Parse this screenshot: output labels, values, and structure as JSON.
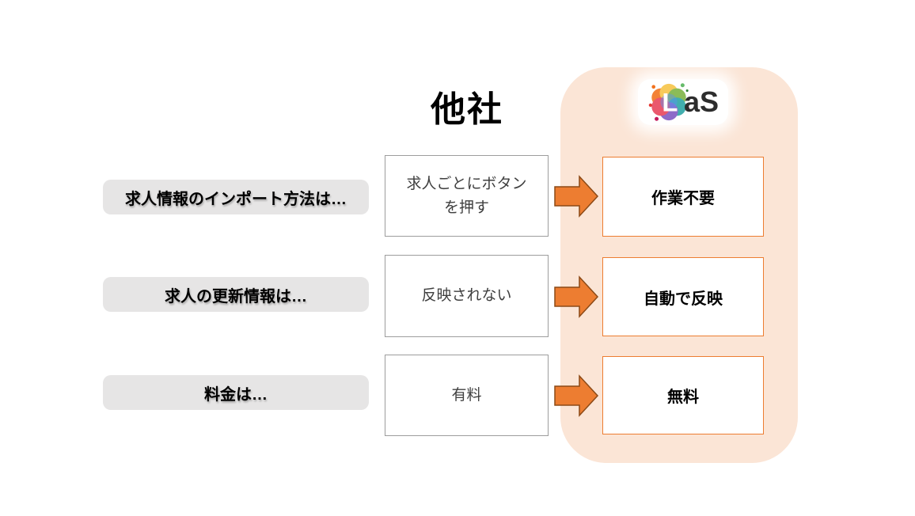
{
  "header": {
    "other_company_title": "他社"
  },
  "logo": {
    "mark_letter": "L",
    "text": "aS"
  },
  "rows": [
    {
      "label": "求人情報のインポート方法は…",
      "other": "求人ごとにボタン\nを押す",
      "las": "作業不要"
    },
    {
      "label": "求人の更新情報は…",
      "other": "反映されない",
      "las": "自動で反映"
    },
    {
      "label": "料金は…",
      "other": "有料",
      "las": "無料"
    }
  ],
  "colors": {
    "accent_orange": "#ED7D31",
    "arrow_border": "#8C4A17",
    "panel_peach": "#FBE5D6",
    "label_gray": "#E6E5E5"
  }
}
